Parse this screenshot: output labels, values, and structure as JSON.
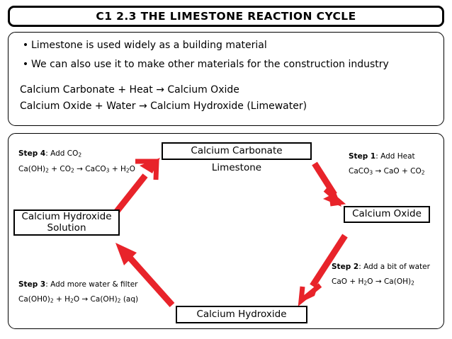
{
  "title": {
    "text": "C1 2.3 THE LIMESTONE REACTION CYCLE"
  },
  "intro": {
    "bullet_marker": "•",
    "bullets": [
      "Limestone is used widely as a building material",
      "We can also use it to make other materials for the construction industry"
    ],
    "equations": [
      "Calcium Carbonate + Heat → Calcium Oxide",
      "Calcium Oxide + Water → Calcium Hydroxide (Limewater)"
    ]
  },
  "diagram": {
    "nodes": {
      "calcium_carbonate": "Calcium Carbonate",
      "limestone_sublabel": "Limestone",
      "calcium_oxide": "Calcium Oxide",
      "calcium_hydroxide": "Calcium Hydroxide",
      "calcium_hydroxide_solution_line1": "Calcium Hydroxide",
      "calcium_hydroxide_solution_line2": "Solution"
    },
    "steps": [
      {
        "id": "step-1",
        "label": "Step 1",
        "separator": ": ",
        "action": "Add Heat",
        "equation_html": "CaCO<sub>3</sub> → CaO + CO<sub>2</sub>",
        "equation_text": "CaCO3 → CaO + CO2"
      },
      {
        "id": "step-2",
        "label": "Step 2",
        "separator": ": ",
        "action": "Add a bit of water",
        "equation_html": "CaO + H<sub>2</sub>O → Ca(OH)<sub>2</sub>",
        "equation_text": "CaO + H2O → Ca(OH)2"
      },
      {
        "id": "step-3",
        "label": "Step 3",
        "separator": ": ",
        "action": "Add more water & filter",
        "equation_html": "Ca(OH0)<sub>2</sub> + H<sub>2</sub>O → Ca(OH)<sub>2</sub> (aq)",
        "equation_text": "Ca(OH0)2 + H2O → Ca(OH)2 (aq)"
      },
      {
        "id": "step-4",
        "label": "Step 4",
        "separator": ": ",
        "action": "Add CO<sub>2</sub>",
        "action_text": "Add CO2",
        "equation_html": "Ca(OH)<sub>2</sub> + CO<sub>2</sub> → CaCO<sub>3</sub> + H<sub>2</sub>O",
        "equation_text": "Ca(OH)2 + CO2 → CaCO3 + H2O"
      }
    ],
    "arrow_color": "#e8232a",
    "arrows": [
      {
        "name": "arrow-carbonate-to-oxide",
        "from": "Calcium Carbonate",
        "to": "Calcium Oxide"
      },
      {
        "name": "arrow-oxide-to-hydroxide",
        "from": "Calcium Oxide",
        "to": "Calcium Hydroxide"
      },
      {
        "name": "arrow-hydroxide-to-solution",
        "from": "Calcium Hydroxide",
        "to": "Calcium Hydroxide Solution"
      },
      {
        "name": "arrow-solution-to-carbonate",
        "from": "Calcium Hydroxide Solution",
        "to": "Calcium Carbonate"
      }
    ]
  },
  "colors": {
    "border": "#000000",
    "background": "#ffffff",
    "arrow_red": "#e8232a"
  }
}
